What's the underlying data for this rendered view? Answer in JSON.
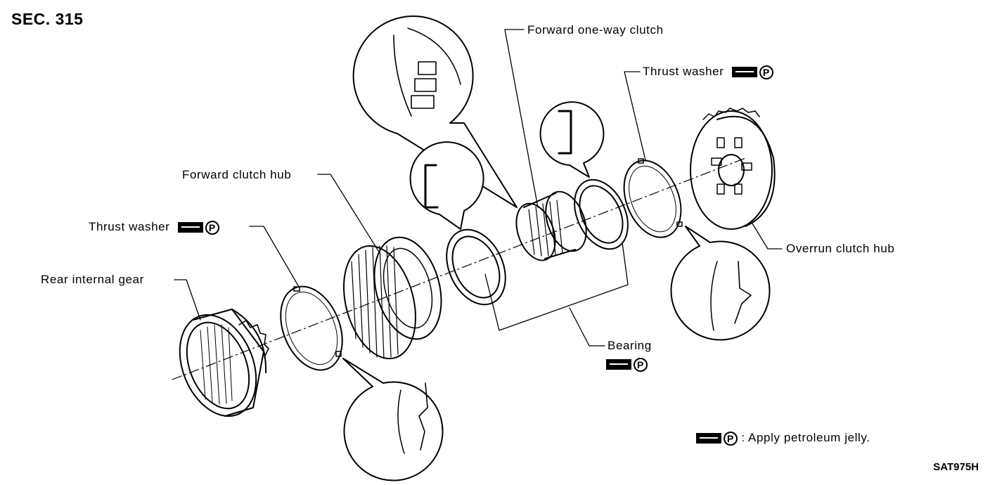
{
  "header": {
    "section": "SEC. 315"
  },
  "parts": {
    "forward_one_way_clutch": "Forward one-way clutch",
    "thrust_washer_upper": "Thrust washer",
    "forward_clutch_hub": "Forward clutch hub",
    "thrust_washer_lower": "Thrust washer",
    "rear_internal_gear": "Rear internal gear",
    "overrun_clutch_hub": "Overrun clutch hub",
    "bearing": "Bearing"
  },
  "legend": {
    "symbol_letter": "P",
    "text": ": Apply petroleum jelly."
  },
  "footer": {
    "figure_code": "SAT975H"
  },
  "icons": {
    "lubricant": "grease-tube-icon",
    "petroleum_jelly": "circle-p-icon"
  },
  "colors": {
    "ink": "#000000",
    "paper": "#ffffff"
  }
}
